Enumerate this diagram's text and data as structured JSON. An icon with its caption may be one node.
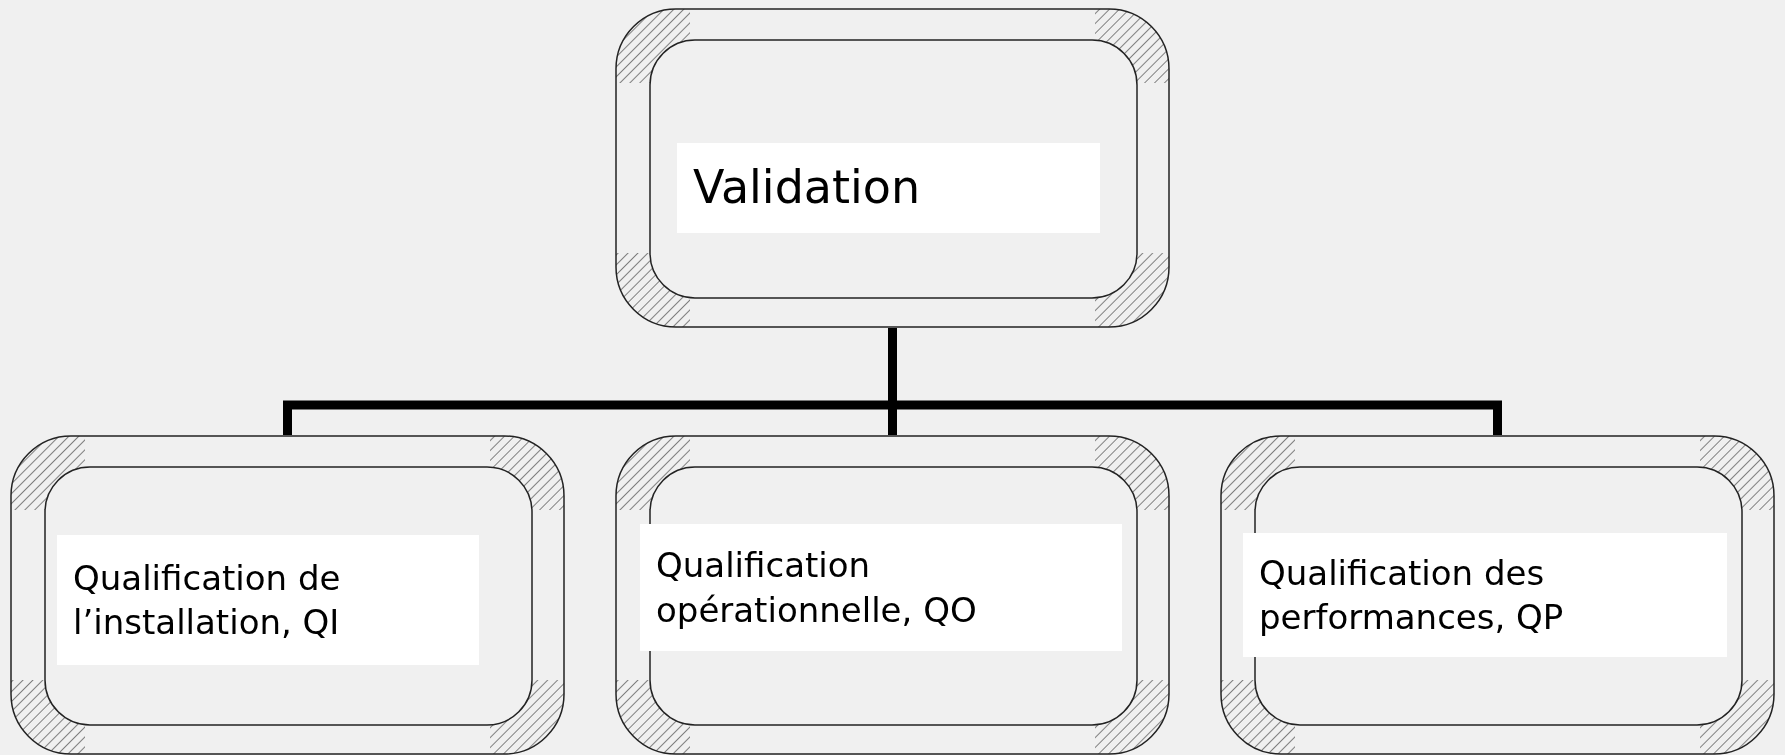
{
  "diagram": {
    "nodes": [
      {
        "text": [
          "Validation"
        ]
      },
      {
        "text": [
          "Qualification de l’installation, QI"
        ]
      },
      {
        "text": [
          "Qualification opérationnelle, QO"
        ]
      },
      {
        "text": [
          "Qualification des performances, QP"
        ]
      }
    ],
    "edges": [
      {
        "from": 0,
        "to": 1,
        "arrow": "none"
      },
      {
        "from": 0,
        "to": 2,
        "arrow": "none"
      },
      {
        "from": 0,
        "to": 3,
        "arrow": "none"
      }
    ]
  }
}
